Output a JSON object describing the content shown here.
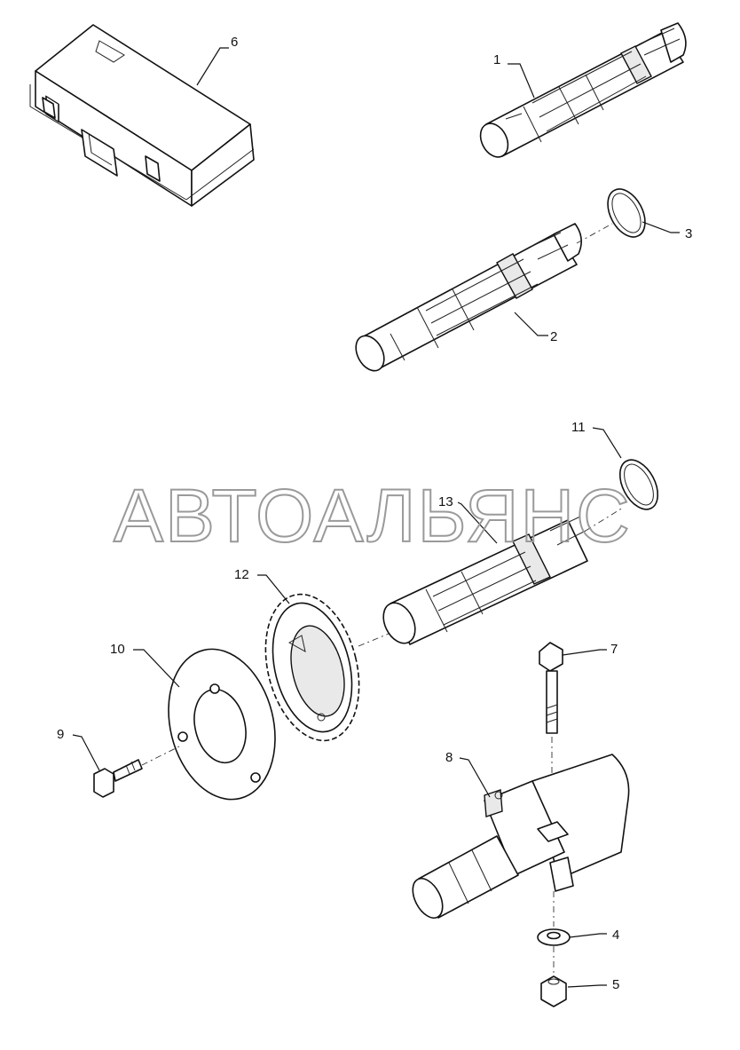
{
  "watermark": "АВТОАЛЬЯНС",
  "callouts": [
    {
      "id": "c6",
      "label": "6"
    },
    {
      "id": "c1",
      "label": "1"
    },
    {
      "id": "c3",
      "label": "3"
    },
    {
      "id": "c2",
      "label": "2"
    },
    {
      "id": "c11",
      "label": "11"
    },
    {
      "id": "c13",
      "label": "13"
    },
    {
      "id": "c12",
      "label": "12"
    },
    {
      "id": "c10",
      "label": "10"
    },
    {
      "id": "c7",
      "label": "7"
    },
    {
      "id": "c9",
      "label": "9"
    },
    {
      "id": "c8",
      "label": "8"
    },
    {
      "id": "c4",
      "label": "4"
    },
    {
      "id": "c5",
      "label": "5"
    }
  ]
}
